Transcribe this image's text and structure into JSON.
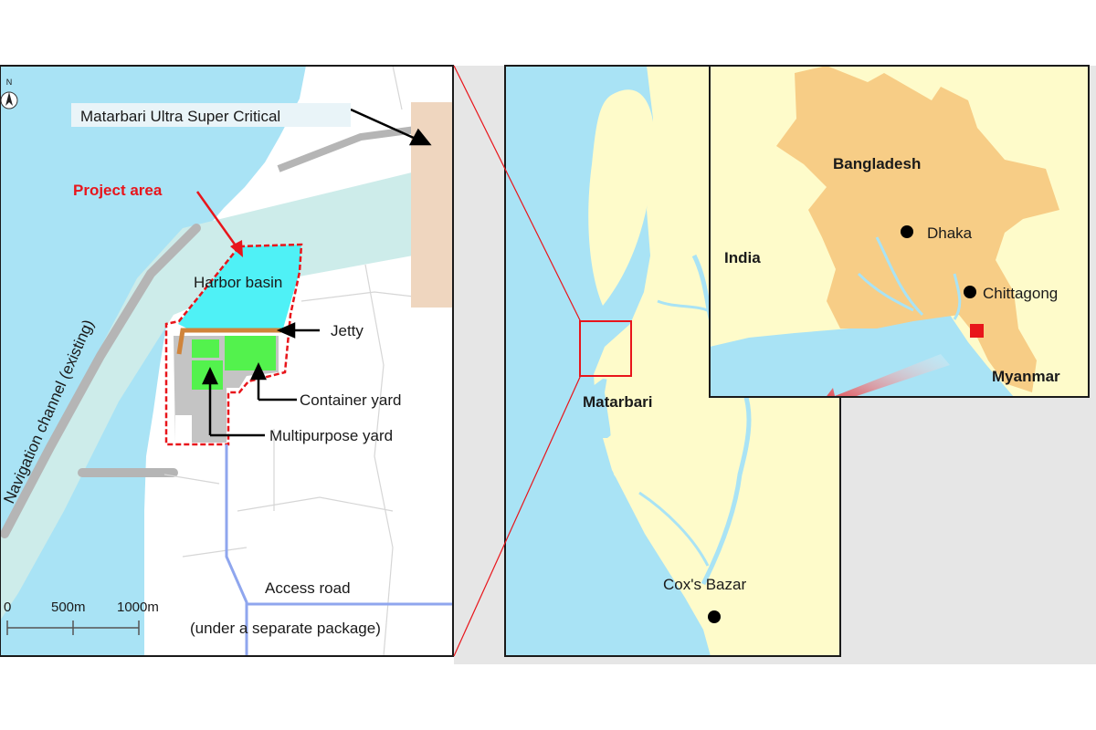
{
  "colors": {
    "sea": "#a9e3f5",
    "land": "#fefbca",
    "bangladesh": "#f7cd86",
    "harbor_basin": "#4ff1f6",
    "yards": "#53f24d",
    "jetty": "#d0843a",
    "project_outline": "#e8151b",
    "power_plant": "#efd6bf",
    "navigation_channel": "#cdecea",
    "access_road": "#8fa6ee",
    "background": "#e6e6e6"
  },
  "icons": {
    "north_arrow": "north-arrow-icon"
  },
  "left_map": {
    "north": "N",
    "power_plant": "Matarbari Ultra Super Critical",
    "project_area": "Project area",
    "harbor_basin": "Harbor basin",
    "jetty": "Jetty",
    "container_yard": "Container yard",
    "multipurpose_yard": "Multipurpose yard",
    "navigation_channel": "Navigation channel (existing)",
    "access_road_line1": "Access road",
    "access_road_line2": "(under a separate package)",
    "scale": [
      "0",
      "500m",
      "1000m"
    ]
  },
  "middle_map": {
    "matarbari": "Matarbari",
    "coxs_bazar": "Cox's Bazar"
  },
  "inset_map": {
    "bangladesh": "Bangladesh",
    "india": "India",
    "dhaka": "Dhaka",
    "chittagong": "Chittagong",
    "myanmar": "Myanmar"
  }
}
